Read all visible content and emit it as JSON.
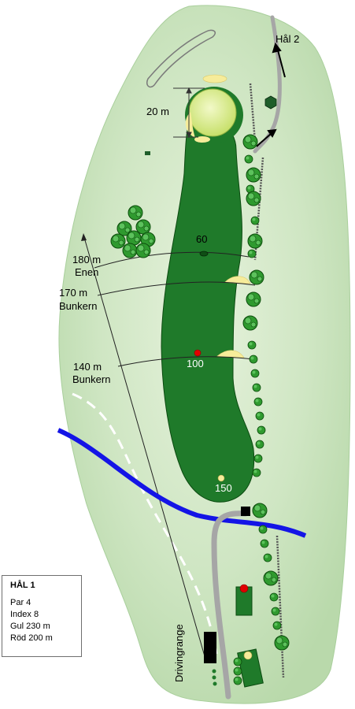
{
  "hole": {
    "title": "HÅL 1",
    "par": "Par 4",
    "index": "Index 8",
    "yellow_tee": "Gul 230 m",
    "red_tee": "Röd 200 m"
  },
  "labels": {
    "next_hole": "Hål 2",
    "green_depth": "20 m",
    "marker_60": "60",
    "marker_100": "100",
    "marker_150": "150",
    "dist_180": "180 m",
    "dist_180_ref": "Enen",
    "dist_170": "170 m",
    "dist_170_ref": "Bunkern",
    "dist_140": "140 m",
    "dist_140_ref": "Bunkern",
    "driving_range": "Drivingrange"
  },
  "colors": {
    "rough": "#cfe6c3",
    "fairway": "#1f7a2a",
    "green": "#d7ec8c",
    "bunker": "#f6ec9a",
    "water": "#1414e6",
    "path": "#a6a6a6",
    "tree": "#2f9a2f",
    "red_marker": "#e00000"
  },
  "icons": [
    "north-arrow-icon",
    "tree-icon",
    "yellow-tee-marker",
    "red-tee-marker",
    "100m-marker"
  ]
}
